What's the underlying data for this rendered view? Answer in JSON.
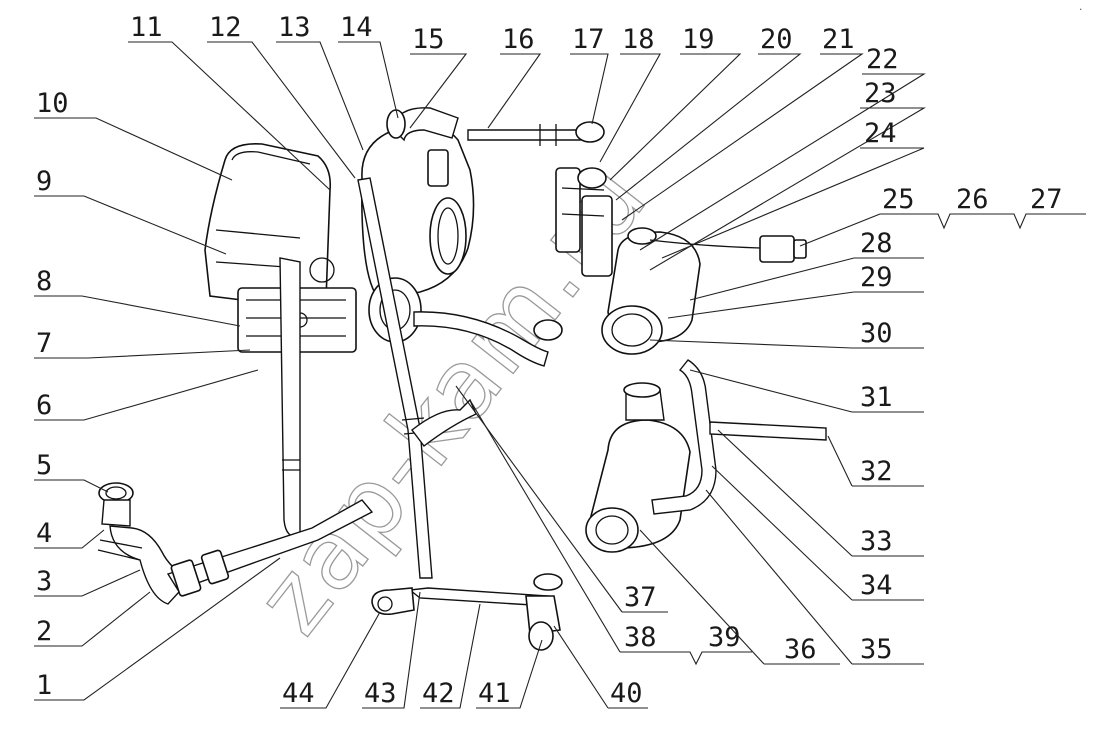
{
  "diagram": {
    "watermark": "zap-kam.ru",
    "callouts": [
      "1",
      "2",
      "3",
      "4",
      "5",
      "6",
      "7",
      "8",
      "9",
      "10",
      "11",
      "12",
      "13",
      "14",
      "15",
      "16",
      "17",
      "18",
      "19",
      "20",
      "21",
      "22",
      "23",
      "24",
      "25",
      "26",
      "27",
      "28",
      "29",
      "30",
      "31",
      "32",
      "33",
      "34",
      "35",
      "36",
      "37",
      "38",
      "39",
      "40",
      "41",
      "42",
      "43",
      "44"
    ],
    "corner_mark": "."
  }
}
